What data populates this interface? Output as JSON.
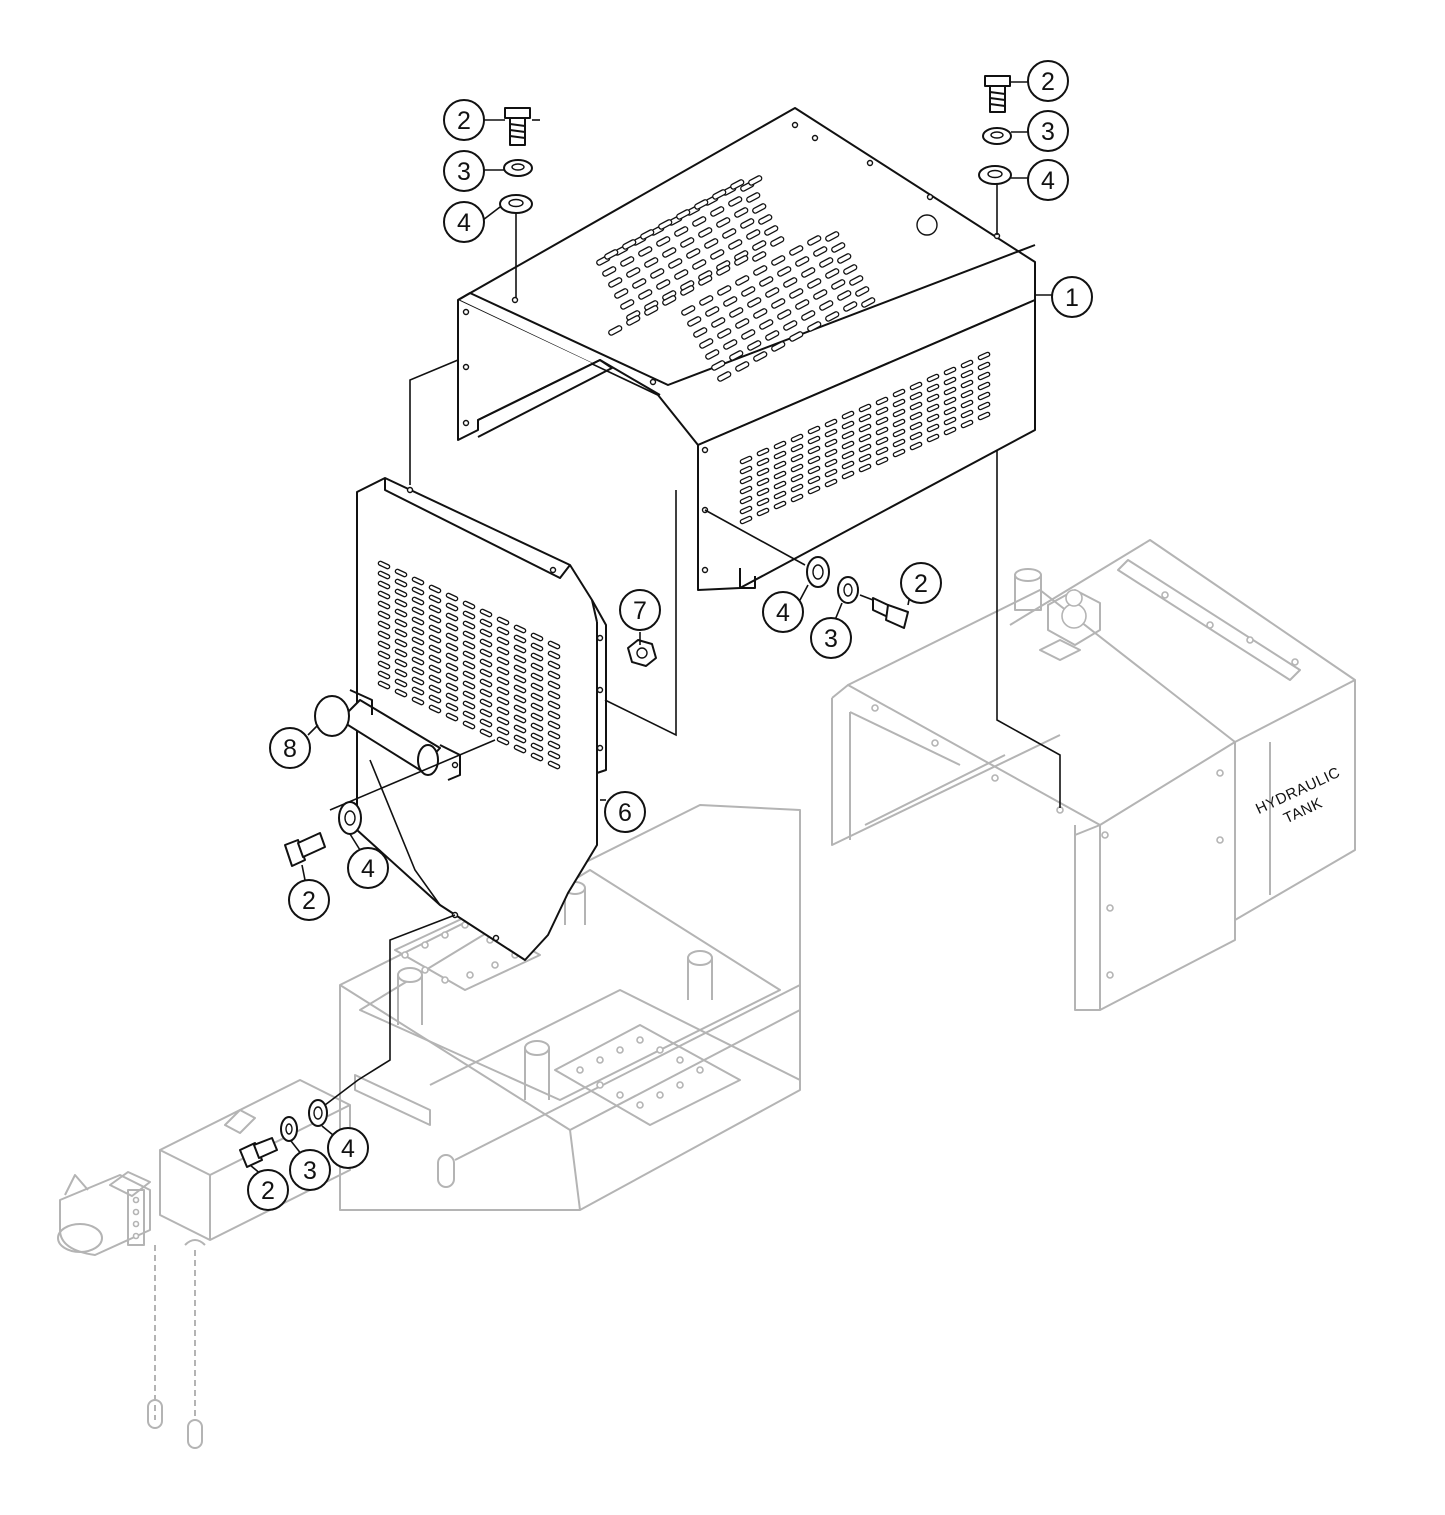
{
  "colors": {
    "line": "#111111",
    "ghost_line": "#b4b4b4",
    "background": "#ffffff"
  },
  "tank_label": {
    "line1": "HYDRAULIC",
    "line2": "TANK"
  },
  "callouts": [
    {
      "id": "c1",
      "text": "1"
    },
    {
      "id": "c2a",
      "text": "2"
    },
    {
      "id": "c3a",
      "text": "3"
    },
    {
      "id": "c4a",
      "text": "4"
    },
    {
      "id": "c2b",
      "text": "2"
    },
    {
      "id": "c3b",
      "text": "3"
    },
    {
      "id": "c4b",
      "text": "4"
    },
    {
      "id": "c2c",
      "text": "2"
    },
    {
      "id": "c3c",
      "text": "3"
    },
    {
      "id": "c4c",
      "text": "4"
    },
    {
      "id": "c7",
      "text": "7"
    },
    {
      "id": "c8",
      "text": "8"
    },
    {
      "id": "c6",
      "text": "6"
    },
    {
      "id": "c2d",
      "text": "2"
    },
    {
      "id": "c4d",
      "text": "4"
    },
    {
      "id": "c2e",
      "text": "2"
    },
    {
      "id": "c3e",
      "text": "3"
    },
    {
      "id": "c4e",
      "text": "4"
    }
  ]
}
